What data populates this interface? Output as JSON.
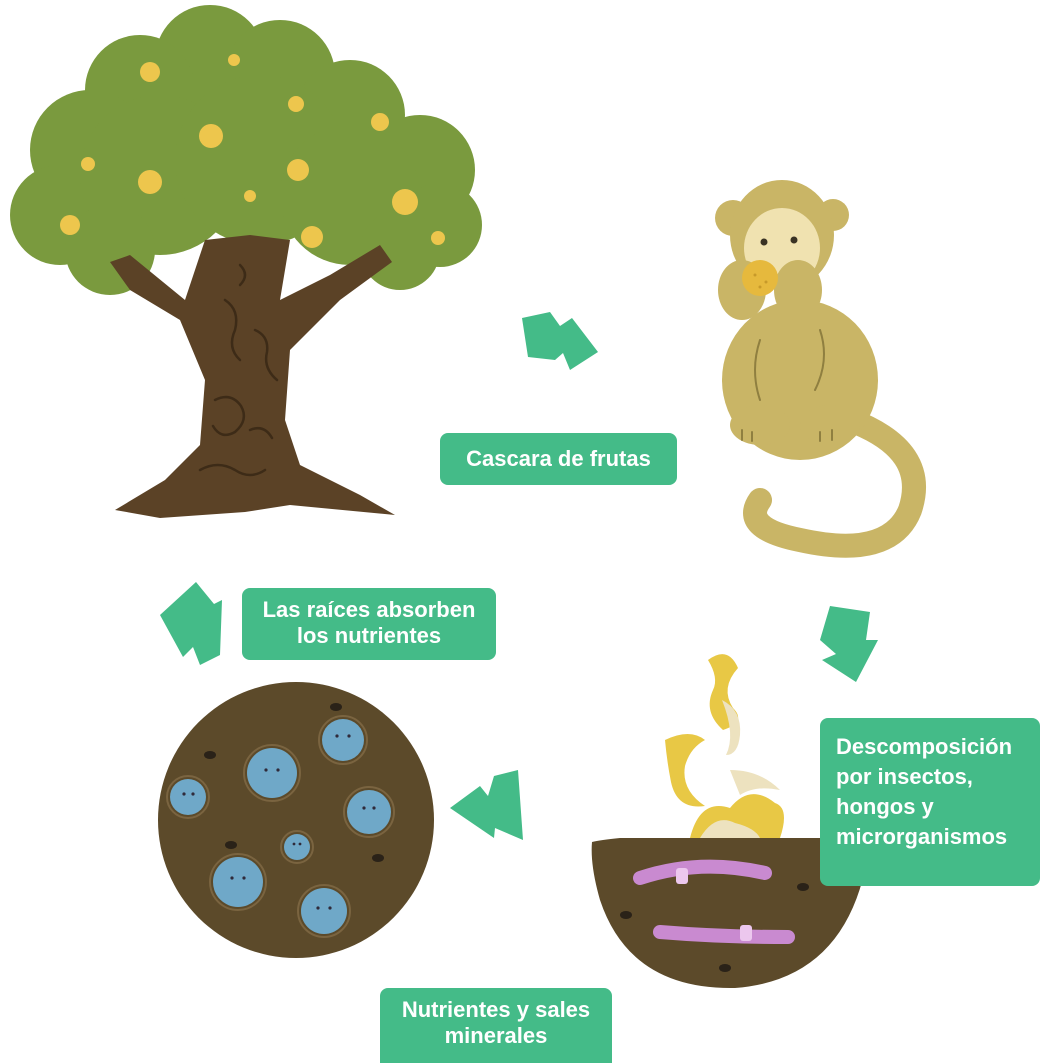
{
  "diagram": {
    "type": "nutrient-cycle",
    "steps": [
      {
        "id": "tree",
        "illustration": "fruit-tree-illustration"
      },
      {
        "id": "cascara",
        "label": "Cascara de frutas",
        "illustration": "monkey-eating-fruit-illustration"
      },
      {
        "id": "descomposicion",
        "label_lines": [
          "Descomposición",
          "por insectos,",
          "hongos y",
          "microrganismos"
        ],
        "illustration": "decomposing-fruit-peels-with-worms-illustration"
      },
      {
        "id": "nutrientes",
        "label_lines": [
          "Nutrientes y sales",
          "minerales"
        ],
        "illustration": "soil-with-nutrient-balls-illustration"
      },
      {
        "id": "raices",
        "label_lines": [
          "Las raíces absorben",
          "los nutrientes"
        ]
      }
    ]
  },
  "colors": {
    "label_bg": "#44bb88",
    "arrow": "#44bb88",
    "leaves": "#7a9a3e",
    "leaves_light": "#8aab48",
    "fruit": "#edc64d",
    "trunk": "#5b4226",
    "monkey": "#c9b566",
    "monkey_face": "#f0e2b0",
    "soil": "#5c4a2a",
    "nutrient": "#6fa8c8",
    "worm": "#c98ad0",
    "peel": "#e8c845",
    "peel_pale": "#ede2bf"
  }
}
